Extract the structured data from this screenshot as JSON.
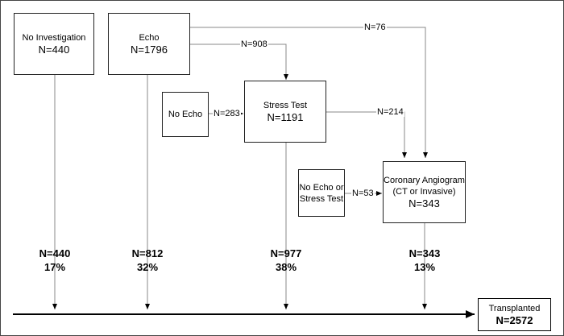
{
  "boxes": {
    "no_investigation": {
      "title": "No Investigation",
      "count": "N=440"
    },
    "echo": {
      "title": "Echo",
      "count": "N=1796"
    },
    "no_echo": {
      "title": "No Echo"
    },
    "stress_test": {
      "title": "Stress Test",
      "count": "N=1191"
    },
    "no_echo_or_stress": {
      "line1": "No Echo or",
      "line2": "Stress Test"
    },
    "coronary_angiogram": {
      "line1": "Coronary Angiogram",
      "line2": "(CT or Invasive)",
      "count": "N=343"
    },
    "transplanted": {
      "title": "Transplanted",
      "count": "N=2572"
    }
  },
  "flows": {
    "echo_to_angiogram": "N=76",
    "echo_to_stress": "N=908",
    "no_echo_to_stress": "N=283",
    "stress_to_angiogram": "N=214",
    "no_echo_stress_to_angiogram": "N=53"
  },
  "summary": [
    {
      "count": "N=440",
      "percent": "17%"
    },
    {
      "count": "N=812",
      "percent": "32%"
    },
    {
      "count": "N=977",
      "percent": "38%"
    },
    {
      "count": "N=343",
      "percent": "13%"
    }
  ]
}
